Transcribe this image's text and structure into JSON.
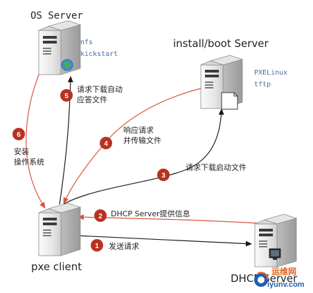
{
  "nodes": {
    "os_server": {
      "title": "OS Server",
      "services": [
        "nfs",
        "kickstart"
      ]
    },
    "install_server": {
      "title": "install/boot Server",
      "services": [
        "PXELinux",
        "tftp"
      ]
    },
    "pxe_client": {
      "title": "pxe client"
    },
    "dhcp_server": {
      "title": "DHCP Server"
    }
  },
  "steps": [
    {
      "num": "1",
      "lines": [
        "发送请求"
      ]
    },
    {
      "num": "2",
      "lines": [
        "DHCP Server提供信息"
      ]
    },
    {
      "num": "3",
      "lines": [
        "请求下载启动文件"
      ]
    },
    {
      "num": "4",
      "lines": [
        "响应请求",
        "并传输文件"
      ]
    },
    {
      "num": "5",
      "lines": [
        "请求下载自动",
        "应答文件"
      ]
    },
    {
      "num": "6",
      "lines": [
        "安装",
        "操作系统"
      ]
    }
  ],
  "colors": {
    "arrow_dark": "#1a1a1a",
    "arrow_red": "#d9533b",
    "badge_fill": "#b83222",
    "service_text": "#4a6fa5",
    "watermark_orange": "#e2631f",
    "watermark_blue": "#1f5fae"
  },
  "watermark": {
    "brand": "运维网",
    "site": "iyunv.com"
  }
}
